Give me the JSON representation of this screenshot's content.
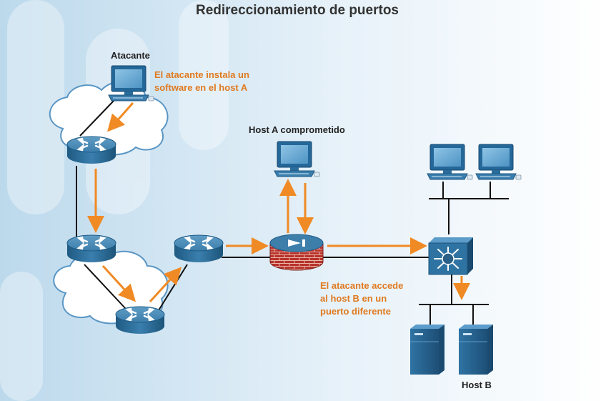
{
  "title": "Redireccionamiento de puertos",
  "labels": {
    "attacker": "Atacante",
    "host_a": "Host A comprometido",
    "host_b": "Host B"
  },
  "notes": {
    "install": [
      "El atacante instala un",
      "software en el host A"
    ],
    "access": [
      "El atacante accede",
      "al host B en un",
      "puerto diferente"
    ]
  },
  "colors": {
    "flow_arrow": "#f08a24",
    "note_text": "#e07a1f",
    "device_blue": "#2f6f9a",
    "link": "#111111"
  },
  "icons": [
    "cloud-icon",
    "router-icon",
    "pc-icon",
    "firewall-icon",
    "multilayer-switch-icon",
    "server-icon"
  ]
}
